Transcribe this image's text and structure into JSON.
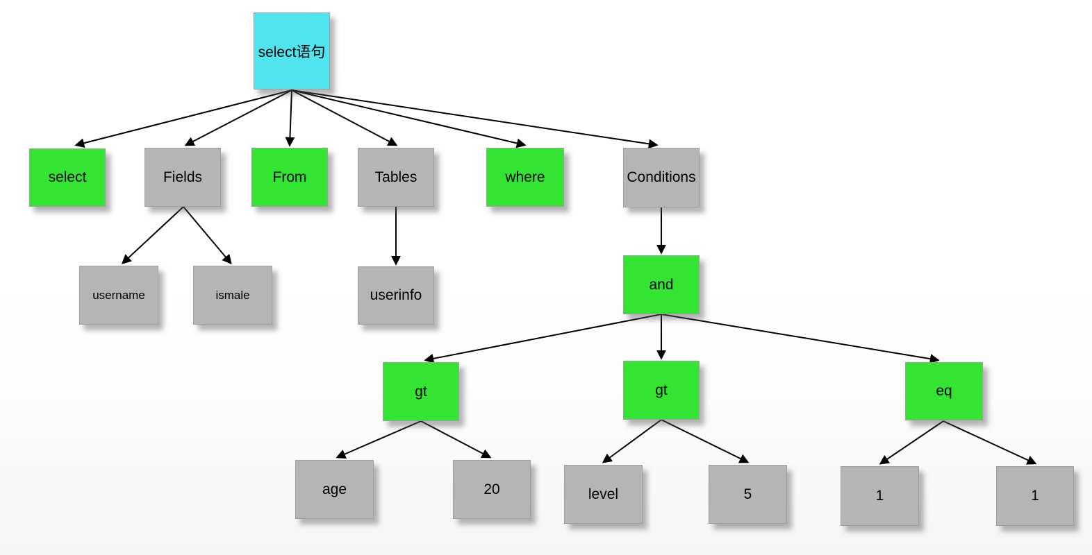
{
  "diagram": {
    "description": "Tree diagram of a SQL select statement AST",
    "colors": {
      "root": "#4fe4ee",
      "keyword": "#33e433",
      "operand": "#b5b5b5",
      "edge": "#000000",
      "text": "#000000"
    },
    "nodes": {
      "root": {
        "label": "select语句",
        "type": "root"
      },
      "select": {
        "label": "select",
        "type": "keyword"
      },
      "fields": {
        "label": "Fields",
        "type": "operand"
      },
      "from": {
        "label": "From",
        "type": "keyword"
      },
      "tables": {
        "label": "Tables",
        "type": "operand"
      },
      "where": {
        "label": "where",
        "type": "keyword"
      },
      "conditions": {
        "label": "Conditions",
        "type": "operand"
      },
      "username": {
        "label": "username",
        "type": "operand"
      },
      "ismale": {
        "label": "ismale",
        "type": "operand"
      },
      "userinfo": {
        "label": "userinfo",
        "type": "operand"
      },
      "and": {
        "label": "and",
        "type": "keyword"
      },
      "gt1": {
        "label": "gt",
        "type": "keyword"
      },
      "gt2": {
        "label": "gt",
        "type": "keyword"
      },
      "eq": {
        "label": "eq",
        "type": "keyword"
      },
      "age": {
        "label": "age",
        "type": "operand"
      },
      "num20": {
        "label": "20",
        "type": "operand"
      },
      "level": {
        "label": "level",
        "type": "operand"
      },
      "num5": {
        "label": "5",
        "type": "operand"
      },
      "one1": {
        "label": "1",
        "type": "operand"
      },
      "one2": {
        "label": "1",
        "type": "operand"
      }
    },
    "edges": [
      {
        "from": "root",
        "to": "select"
      },
      {
        "from": "root",
        "to": "fields"
      },
      {
        "from": "root",
        "to": "from"
      },
      {
        "from": "root",
        "to": "tables"
      },
      {
        "from": "root",
        "to": "where"
      },
      {
        "from": "root",
        "to": "conditions"
      },
      {
        "from": "fields",
        "to": "username"
      },
      {
        "from": "fields",
        "to": "ismale"
      },
      {
        "from": "tables",
        "to": "userinfo"
      },
      {
        "from": "conditions",
        "to": "and"
      },
      {
        "from": "and",
        "to": "gt1"
      },
      {
        "from": "and",
        "to": "gt2"
      },
      {
        "from": "and",
        "to": "eq"
      },
      {
        "from": "gt1",
        "to": "age"
      },
      {
        "from": "gt1",
        "to": "num20"
      },
      {
        "from": "gt2",
        "to": "level"
      },
      {
        "from": "gt2",
        "to": "num5"
      },
      {
        "from": "eq",
        "to": "one1"
      },
      {
        "from": "eq",
        "to": "one2"
      }
    ]
  }
}
